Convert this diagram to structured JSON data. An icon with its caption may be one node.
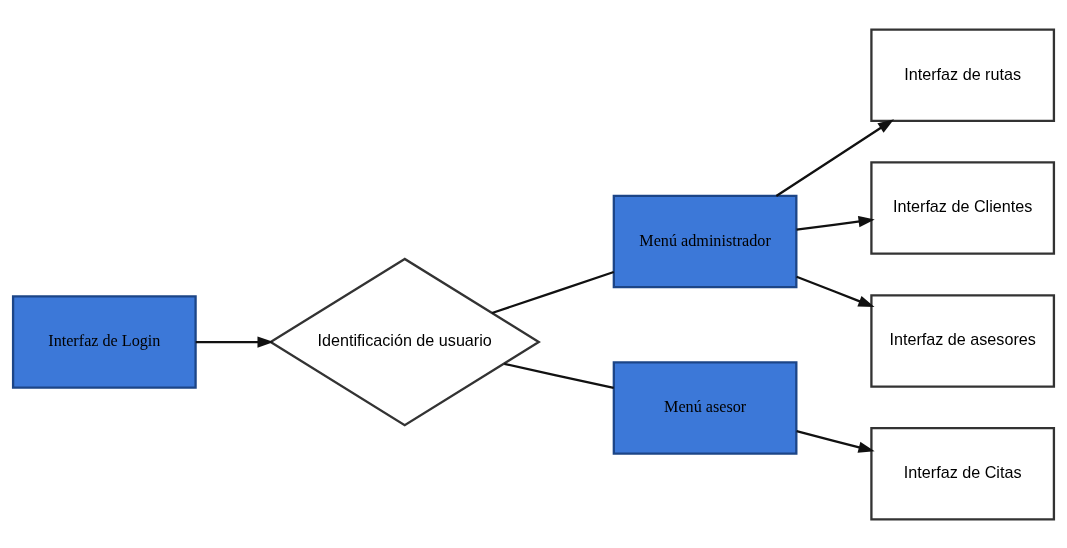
{
  "diagram": {
    "nodes": [
      {
        "text": [
          "Interfaz de Login"
        ]
      },
      {
        "text": [
          "Identificación de usuario"
        ]
      },
      {
        "text": [
          "Menú administrador"
        ]
      },
      {
        "text": [
          "Interfaz de rutas"
        ]
      },
      {
        "text": [
          "Interfaz de Clientes"
        ]
      },
      {
        "text": [
          "Interfaz de asesores"
        ]
      },
      {
        "text": [
          "Menú asesor"
        ]
      },
      {
        "text": [
          "Interfaz de Citas"
        ]
      }
    ],
    "edges": [
      {
        "from": 0,
        "to": 1,
        "arrow": "to"
      },
      {
        "from": 1,
        "to": 2,
        "arrow": "none"
      },
      {
        "from": 2,
        "to": 3,
        "arrow": "to"
      },
      {
        "from": 2,
        "to": 4,
        "arrow": "to"
      },
      {
        "from": 2,
        "to": 5,
        "arrow": "to"
      },
      {
        "from": 1,
        "to": 6,
        "arrow": "none"
      },
      {
        "from": 6,
        "to": 7,
        "arrow": "to"
      }
    ]
  }
}
